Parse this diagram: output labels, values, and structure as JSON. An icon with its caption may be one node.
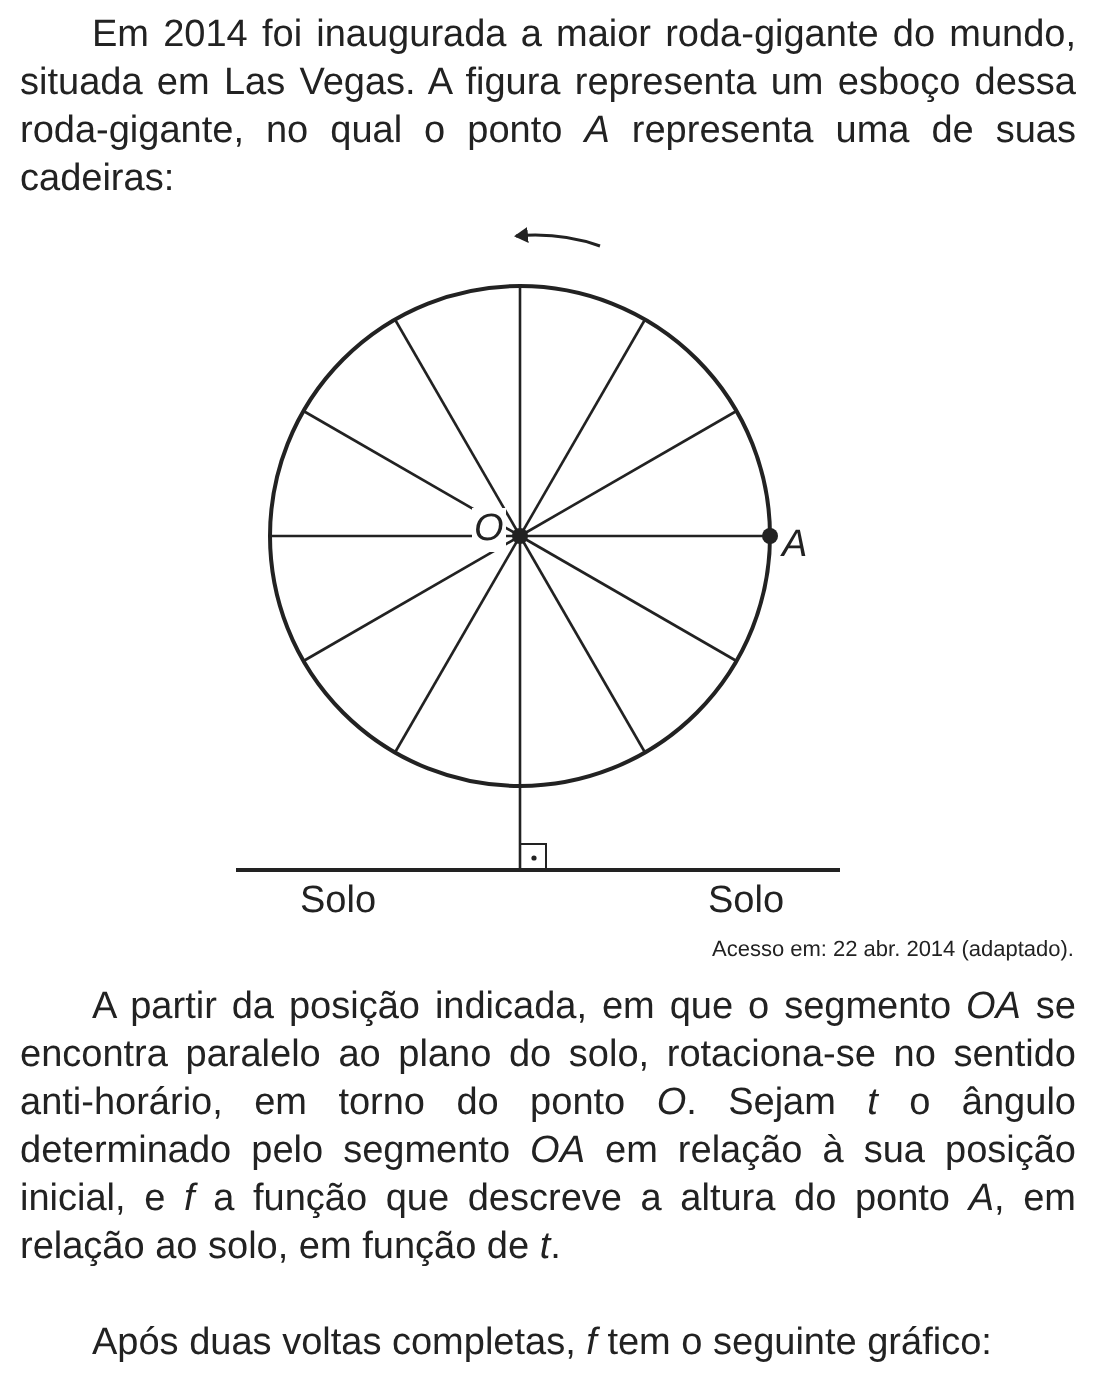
{
  "diagram": {
    "labels": [
      "Em 2014 foi inaugurada a maior roda-gigante do mundo, situada em Las Vegas. A figura representa um esboço dessa roda-gigante, no qual o ponto *A* representa uma de suas cadeiras:",
      "O",
      "A",
      "Solo",
      "Solo",
      "Acesso em: 22 abr. 2014 (adaptado).",
      "A partir da posição indicada, em que o segmento *OA* se encontra paralelo ao plano do solo, rotaciona-se no sentido anti-horário, em torno do ponto *O*. Sejam *t* o ângulo determinado pelo segmento *OA* em relação à sua posição inicial, e *f* a função que descreve a altura do ponto *A*, em relação ao solo, em função de *t*.",
      "Após duas voltas completas, *f* tem o seguinte gráfico:"
    ]
  }
}
